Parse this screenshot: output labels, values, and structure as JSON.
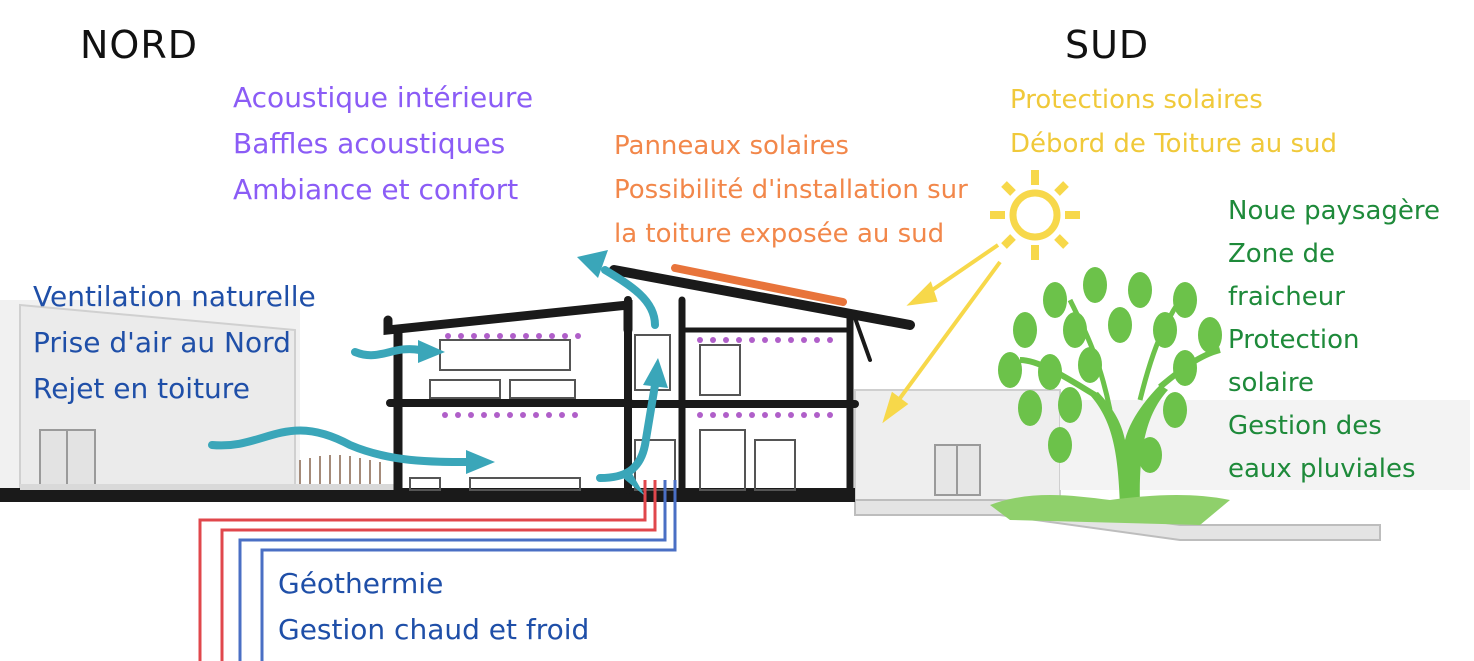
{
  "orientation": {
    "north": "NORD",
    "south": "SUD"
  },
  "acoustics": {
    "color": "#8b5cf6",
    "lines": [
      "Acoustique intérieure",
      "Baffles acoustiques",
      "Ambiance et confort"
    ]
  },
  "solar_panels": {
    "color": "#f2874a",
    "lines": [
      "Panneaux solaires",
      "Possibilité d'installation sur",
      "la toiture exposée au sud"
    ]
  },
  "sun_protection": {
    "color": "#f0c93a",
    "lines": [
      "Protections solaires",
      "Débord de Toiture au sud"
    ]
  },
  "landscape": {
    "color": "#1e8a3a",
    "lines": [
      "Noue paysagère",
      "Zone de",
      "fraicheur",
      "Protection",
      "solaire",
      "Gestion des",
      "eaux pluviales"
    ]
  },
  "ventilation": {
    "color": "#1f4fa8",
    "lines": [
      "Ventilation naturelle",
      "Prise d'air au Nord",
      "Rejet en toiture"
    ]
  },
  "geothermal": {
    "color": "#1f4fa8",
    "lines": [
      "Géothermie",
      "Gestion chaud et froid"
    ]
  },
  "colors": {
    "airflow": "#3aa6b9",
    "structure": "#1a1a1a",
    "pipe_hot": "#e0474c",
    "pipe_cold": "#4a6fc4",
    "tree": "#6cc24a",
    "sun": "#f7d84a",
    "solar_panel": "#e8743b",
    "baffles": "#b05fc9",
    "ground": "#ececec"
  }
}
